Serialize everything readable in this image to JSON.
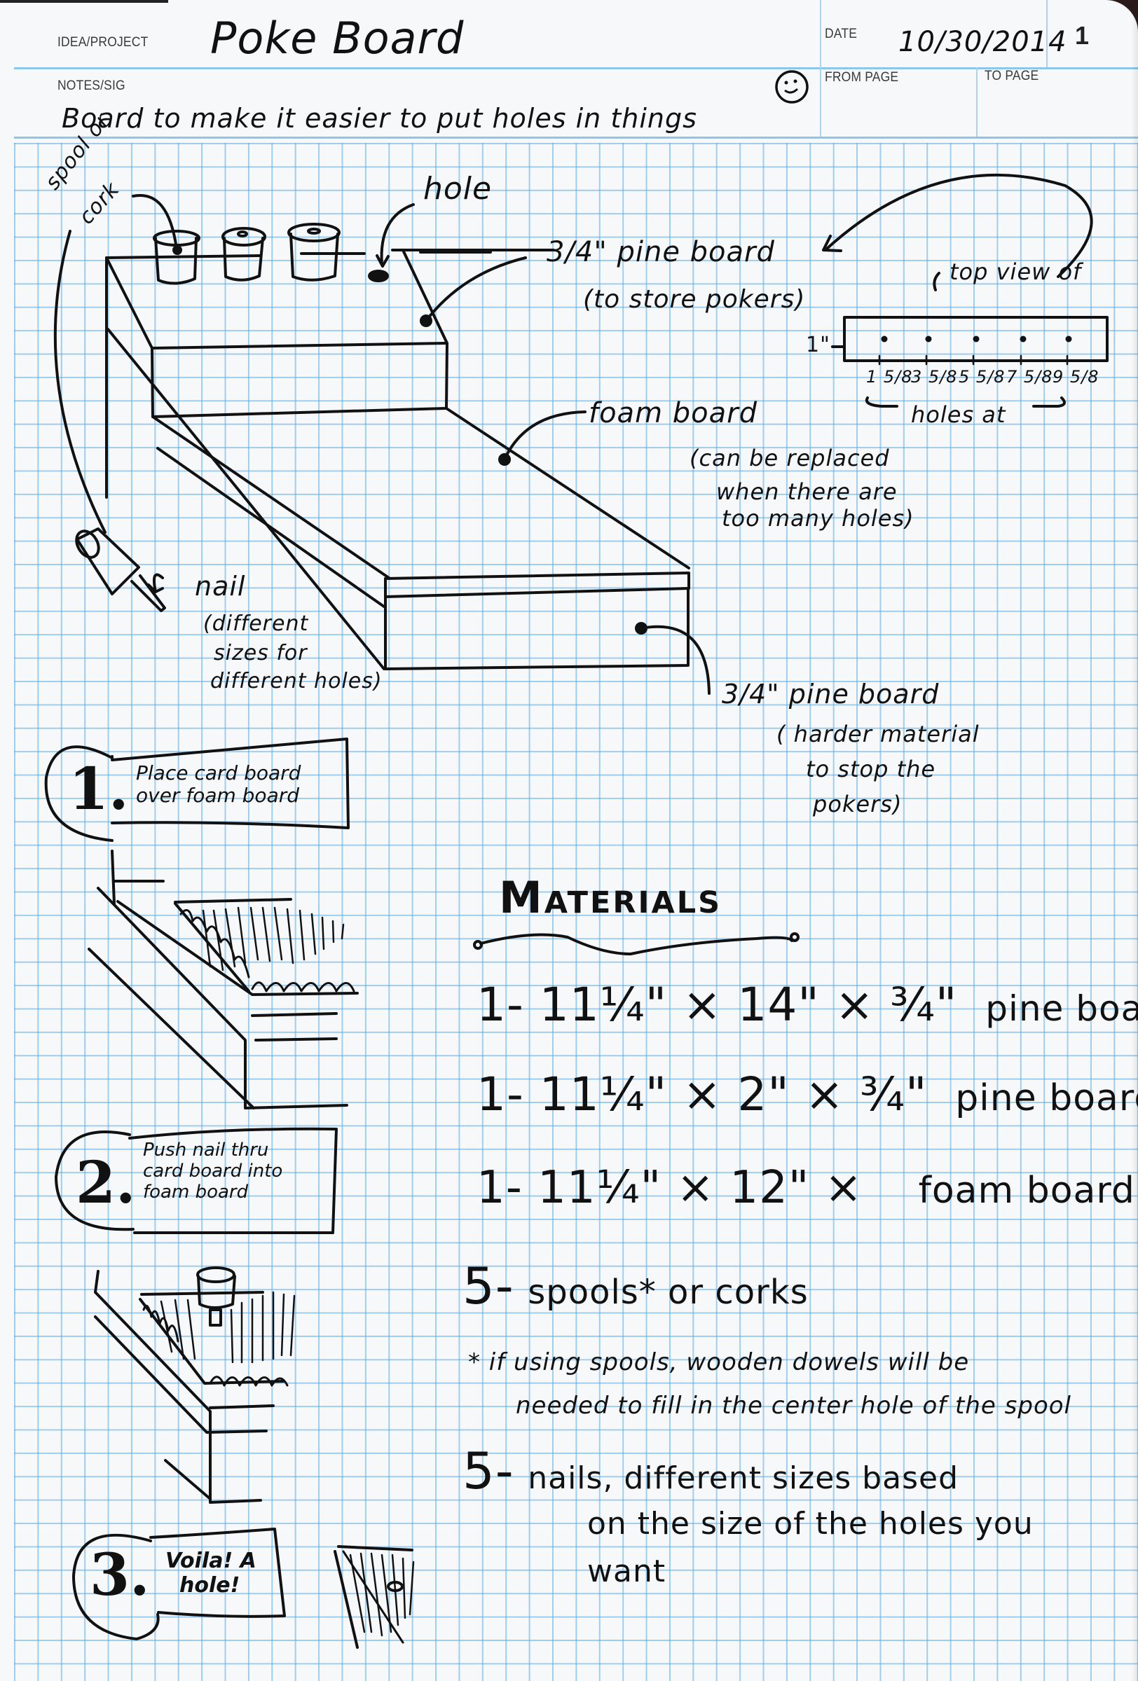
{
  "header": {
    "idea_project_label": "IDEA/PROJECT",
    "idea_project_value": "Poke Board",
    "notes_sig_label": "NOTES/SIG",
    "notes_sig_value": "Board to make it easier to put holes in things",
    "date_label": "DATE",
    "date_value": "10/30/2014",
    "page_number": "1",
    "from_page_label": "FROM PAGE",
    "from_page_value": "",
    "to_page_label": "TO PAGE",
    "to_page_value": "",
    "smiley_icon": "smiley-face-icon"
  },
  "diagram": {
    "labels": {
      "spool_or_cork": [
        "spool or",
        "cork"
      ],
      "hole": "hole",
      "top_pine_board": "3/4\" pine board",
      "top_pine_board_note": "(to store pokers)",
      "foam_board": "foam board",
      "foam_board_note": [
        "(can be replaced",
        "when there are",
        "too many holes)"
      ],
      "nail": "nail",
      "nail_note": [
        "(different",
        "sizes for",
        "different holes)"
      ],
      "bottom_pine_board": "3/4\" pine board",
      "bottom_pine_board_note": [
        "( harder material",
        "to stop the",
        "pokers)"
      ]
    },
    "top_view": {
      "caption": "top view of",
      "height_label": "1\"",
      "hole_positions": [
        "1 5/8",
        "3 5/8",
        "5 5/8",
        "7 5/8",
        "9 5/8"
      ],
      "holes_caption": "holes at"
    }
  },
  "steps": [
    {
      "number": "1.",
      "text": [
        "Place card board",
        "over foam board"
      ]
    },
    {
      "number": "2.",
      "text": [
        "Push nail thru",
        "card board into",
        "foam board"
      ]
    },
    {
      "number": "3.",
      "text": [
        "Voila! A",
        "hole!"
      ]
    }
  ],
  "materials": {
    "title": "Materials",
    "items": [
      {
        "qty": "1-",
        "dims": "11¼\" × 14\" × ¾\"",
        "name": "pine board"
      },
      {
        "qty": "1-",
        "dims": "11¼\" × 2\" × ¾\"",
        "name": "pine board"
      },
      {
        "qty": "1-",
        "dims": "11¼\" × 12\" ×",
        "name": "foam board"
      },
      {
        "qty": "5-",
        "dims": "spools* or corks",
        "name": ""
      },
      {
        "qty": "5-",
        "dims": "nails, different sizes based",
        "name": ""
      }
    ],
    "footnote": [
      "* if using spools, wooden dowels will be",
      "needed to fill in the center hole of the spool"
    ],
    "nails_continuation": [
      "on the size of the holes you",
      "want"
    ]
  },
  "colors": {
    "paper": "#f7f8fa",
    "grid_line": "#8cc6ea",
    "ink": "#111111",
    "header_text": "#3a3a3a"
  }
}
